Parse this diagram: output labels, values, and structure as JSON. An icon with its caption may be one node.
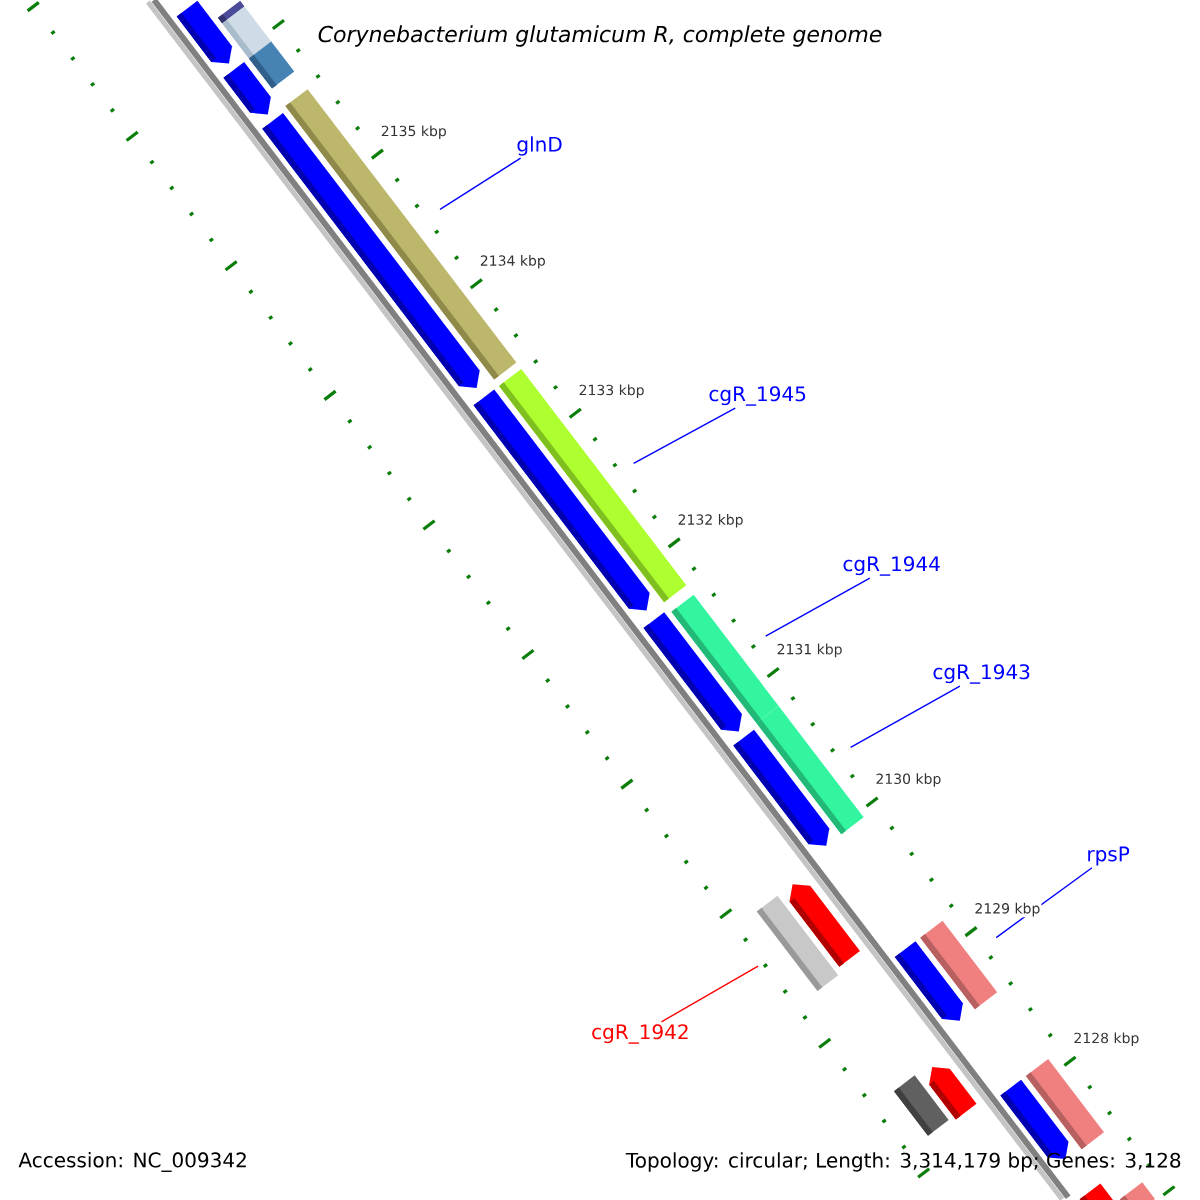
{
  "diagram": {
    "title": "Corynebacterium glutamicum R, complete genome",
    "nodes": [
      {
        "text": [
          "glnD"
        ]
      },
      {
        "text": [],
        "shape": "bar"
      },
      {
        "text": [
          "cgR_1945"
        ]
      },
      {
        "text": [],
        "shape": "bar"
      },
      {
        "text": [
          "cgR_1944"
        ]
      },
      {
        "text": [],
        "shape": "bar"
      },
      {
        "text": [
          "cgR_1943"
        ]
      },
      {
        "text": [],
        "shape": "bar"
      },
      {
        "text": [
          "rpsP"
        ]
      },
      {
        "text": [],
        "shape": "bar"
      },
      {
        "text": [
          "cgR_1942"
        ]
      },
      {
        "text": [],
        "shape": "bar"
      },
      {
        "text": [],
        "shape": "bar"
      }
    ],
    "edges": [
      {
        "from": 0,
        "to": 1,
        "arrow": "none"
      },
      {
        "from": 2,
        "to": 3,
        "arrow": "none"
      },
      {
        "from": 4,
        "to": 5,
        "arrow": "none"
      },
      {
        "from": 6,
        "to": 7,
        "arrow": "none"
      },
      {
        "from": 8,
        "to": 9,
        "arrow": "none"
      },
      {
        "from": 10,
        "to": 11,
        "arrow": "none",
        "color": "#ff0000"
      }
    ],
    "labels": [
      "2135 kbp",
      "2134 kbp",
      "2133 kbp",
      "2132 kbp",
      "2131 kbp",
      "2130 kbp",
      "2129 kbp",
      "2128 kbp",
      "Accession: NC_009342",
      "Topology: circular; Length: 3,314,179 bp; Genes: 3,128"
    ]
  }
}
